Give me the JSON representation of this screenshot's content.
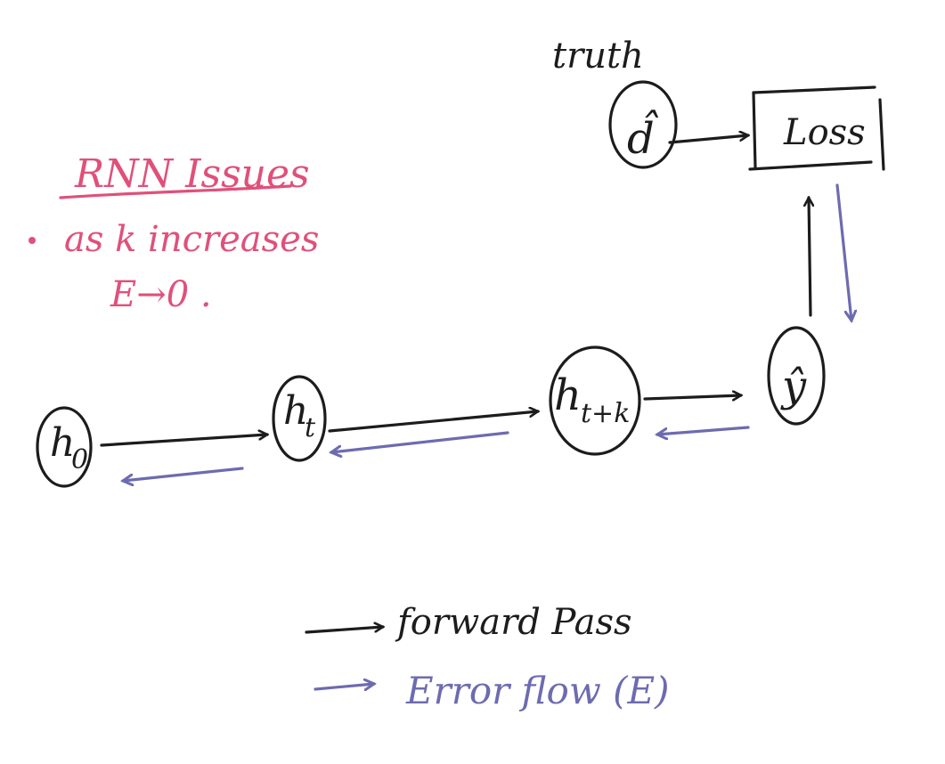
{
  "title": "RNN Issues",
  "note": {
    "line1": "as k increases",
    "line2": "E→0 ."
  },
  "nodes": {
    "h0": "h",
    "h0_sub": "0",
    "ht": "h",
    "ht_sub": "t",
    "htk": "h",
    "htk_sub": "t+k",
    "yhat": "ŷ",
    "dhat": "d̂"
  },
  "truth_label": "truth",
  "loss_label": "Loss",
  "legend": {
    "forward": "forward Pass",
    "error": "Error flow (E)"
  },
  "colors": {
    "forward": "#1c1c1c",
    "error": "#6d6bb0",
    "note": "#e0507a"
  }
}
